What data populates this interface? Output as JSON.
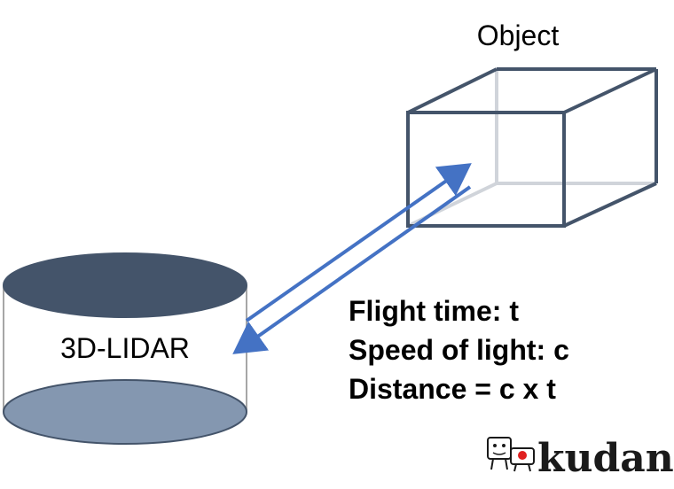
{
  "object": {
    "label": "Object"
  },
  "lidar": {
    "label": "3D-LIDAR"
  },
  "formula": {
    "line1": "Flight time: t",
    "line2": "Speed of light: c",
    "line3": "Distance = c x t"
  },
  "logo": {
    "text": "kudan"
  },
  "colors": {
    "arrow": "#4472c4",
    "cube_edge": "#44546a",
    "cube_hidden_edge": "#d0d4da",
    "cylinder_top": "#44546a",
    "cylinder_bottom": "#8497b0",
    "cylinder_side": "#a6a6a6",
    "logo_red": "#e02020"
  }
}
